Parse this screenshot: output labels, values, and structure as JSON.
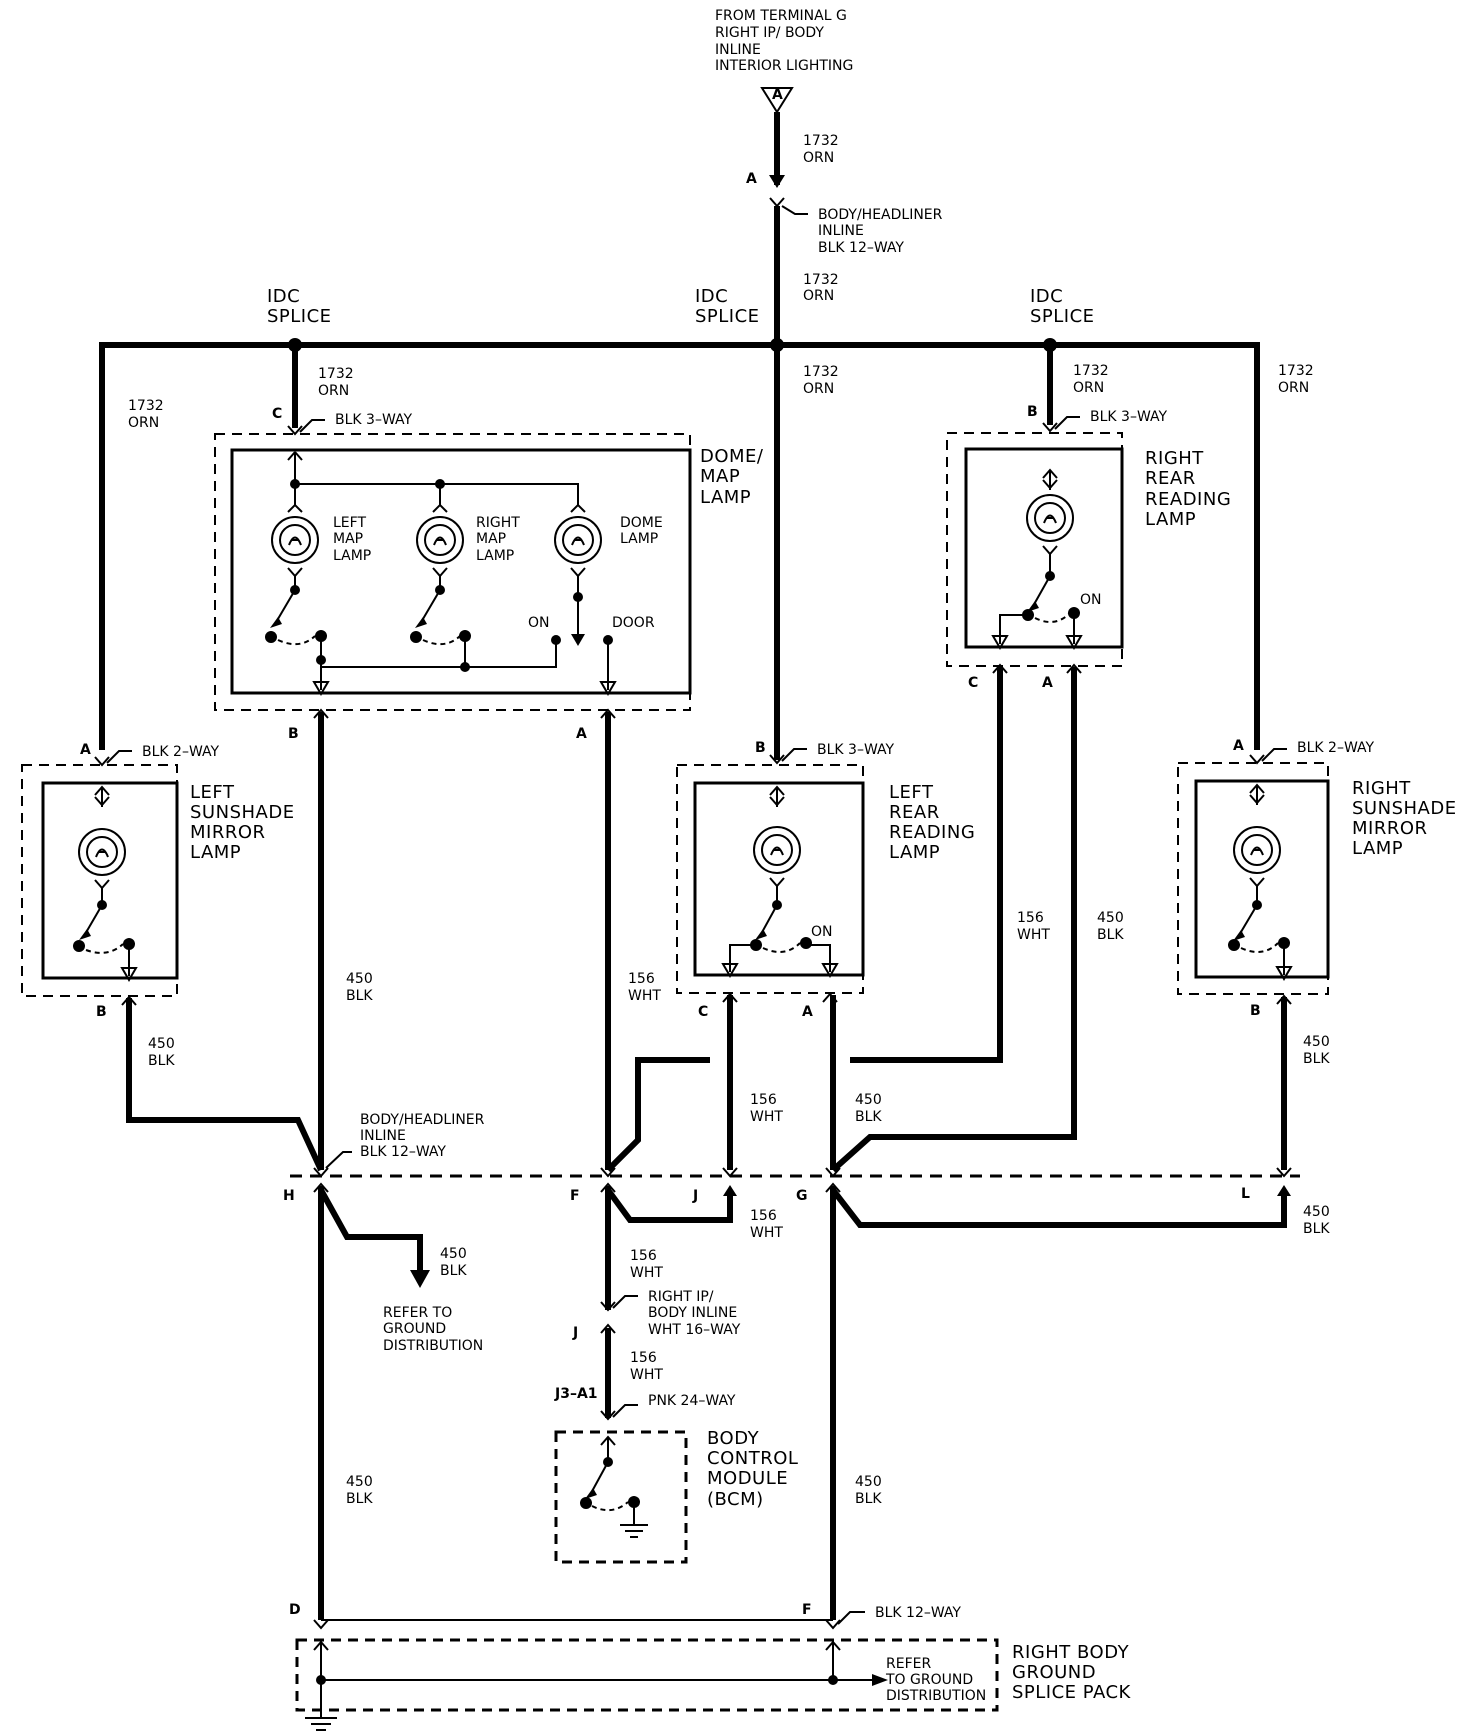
{
  "source": {
    "line1": "FROM TERMINAL G",
    "line2": "RIGHT IP/ BODY",
    "line3": "INLINE",
    "line4": "INTERIOR LIGHTING",
    "terminal": "A",
    "pin": "A"
  },
  "wires": {
    "orn_num": "1732",
    "orn_color": "ORN",
    "blk_num": "450",
    "blk_color": "BLK",
    "wht_num": "156",
    "wht_color": "WHT"
  },
  "connectors": {
    "body_headliner_top": [
      "BODY/HEADLINER",
      "INLINE",
      "BLK 12–WAY"
    ],
    "body_headliner_mid": [
      "BODY/HEADLINER",
      "INLINE",
      "BLK 12–WAY"
    ],
    "blk_3way": "BLK 3–WAY",
    "blk_2way": "BLK 2–WAY",
    "right_ip": [
      "RIGHT IP/",
      "BODY INLINE",
      "WHT 16–WAY"
    ],
    "pnk_24way": "PNK 24–WAY",
    "pnk_pin": "J3–A1",
    "blk_12way_bottom": "BLK 12–WAY"
  },
  "splices": {
    "label_line1": "IDC",
    "label_line2": "SPLICE"
  },
  "components": {
    "dome_map_lamp": [
      "DOME/",
      "MAP",
      "LAMP"
    ],
    "left_map_lamp": [
      "LEFT",
      "MAP",
      "LAMP"
    ],
    "right_map_lamp": [
      "RIGHT",
      "MAP",
      "LAMP"
    ],
    "dome_lamp": [
      "DOME",
      "LAMP"
    ],
    "on_label": "ON",
    "door_label": "DOOR",
    "right_rear_reading": [
      "RIGHT",
      "REAR",
      "READING",
      "LAMP"
    ],
    "left_rear_reading": [
      "LEFT",
      "REAR",
      "READING",
      "LAMP"
    ],
    "left_sunshade": [
      "LEFT",
      "SUNSHADE",
      "MIRROR",
      "LAMP"
    ],
    "right_sunshade": [
      "RIGHT",
      "SUNSHADE",
      "MIRROR",
      "LAMP"
    ],
    "bcm": [
      "BODY",
      "CONTROL",
      "MODULE",
      "(BCM)"
    ],
    "ground_splice": [
      "RIGHT BODY",
      "GROUND",
      "SPLICE PACK"
    ]
  },
  "refer_ground": [
    "REFER TO",
    "GROUND",
    "DISTRIBUTION"
  ],
  "refer_ground_pack": [
    "REFER",
    "TO GROUND",
    "DISTRIBUTION"
  ],
  "pins": {
    "a": "A",
    "b": "B",
    "c": "C",
    "d": "D",
    "f": "F",
    "g": "G",
    "h": "H",
    "j": "J",
    "l": "L"
  }
}
